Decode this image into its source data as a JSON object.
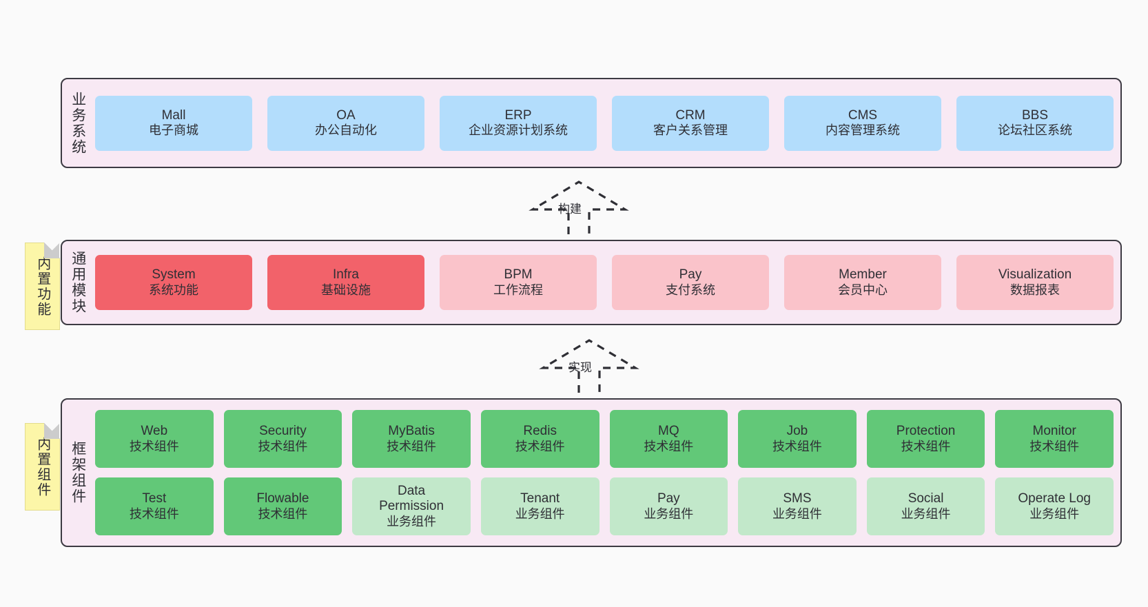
{
  "diagram": {
    "background_color": "#fafafa",
    "layer_background": "#f8e9f4",
    "layer_border_color": "#3c3a42"
  },
  "layers": [
    {
      "id": "business-system",
      "caption": "业务系统",
      "color": "#b3ddfc",
      "rows": [
        {
          "nodes": [
            {
              "title": "Mall",
              "sub": "电子商城",
              "color": "#b3ddfc"
            },
            {
              "title": "OA",
              "sub": "办公自动化",
              "color": "#b3ddfc"
            },
            {
              "title": "ERP",
              "sub": "企业资源计划系统",
              "color": "#b3ddfc"
            },
            {
              "title": "CRM",
              "sub": "客户关系管理",
              "color": "#b3ddfc"
            },
            {
              "title": "CMS",
              "sub": "内容管理系统",
              "color": "#b3ddfc"
            },
            {
              "title": "BBS",
              "sub": "论坛社区系统",
              "color": "#b3ddfc"
            }
          ]
        }
      ]
    },
    {
      "id": "common-module",
      "caption": "通用模块",
      "note": "内置功能",
      "rows": [
        {
          "nodes": [
            {
              "title": "System",
              "sub": "系统功能",
              "color": "#f2626a"
            },
            {
              "title": "Infra",
              "sub": "基础设施",
              "color": "#f2626a"
            },
            {
              "title": "BPM",
              "sub": "工作流程",
              "color": "#fac3ca"
            },
            {
              "title": "Pay",
              "sub": "支付系统",
              "color": "#fac3ca"
            },
            {
              "title": "Member",
              "sub": "会员中心",
              "color": "#fac3ca"
            },
            {
              "title": "Visualization",
              "sub": "数据报表",
              "color": "#fac3ca"
            }
          ]
        }
      ]
    },
    {
      "id": "framework-component",
      "caption": "框架组件",
      "note": "内置组件",
      "rows": [
        {
          "nodes": [
            {
              "title": "Web",
              "sub": "技术组件",
              "color": "#62c878"
            },
            {
              "title": "Security",
              "sub": "技术组件",
              "color": "#62c878"
            },
            {
              "title": "MyBatis",
              "sub": "技术组件",
              "color": "#62c878"
            },
            {
              "title": "Redis",
              "sub": "技术组件",
              "color": "#62c878"
            },
            {
              "title": "MQ",
              "sub": "技术组件",
              "color": "#62c878"
            },
            {
              "title": "Job",
              "sub": "技术组件",
              "color": "#62c878"
            },
            {
              "title": "Protection",
              "sub": "技术组件",
              "color": "#62c878"
            },
            {
              "title": "Monitor",
              "sub": "技术组件",
              "color": "#62c878"
            }
          ]
        },
        {
          "nodes": [
            {
              "title": "Test",
              "sub": "技术组件",
              "color": "#62c878"
            },
            {
              "title": "Flowable",
              "sub": "技术组件",
              "color": "#62c878"
            },
            {
              "title": "Data\nPermission",
              "sub": "业务组件",
              "color": "#c2e8ca"
            },
            {
              "title": "Tenant",
              "sub": "业务组件",
              "color": "#c2e8ca"
            },
            {
              "title": "Pay",
              "sub": "业务组件",
              "color": "#c2e8ca"
            },
            {
              "title": "SMS",
              "sub": "业务组件",
              "color": "#c2e8ca"
            },
            {
              "title": "Social",
              "sub": "业务组件",
              "color": "#c2e8ca"
            },
            {
              "title": "Operate Log",
              "sub": "业务组件",
              "color": "#c2e8ca"
            }
          ]
        }
      ]
    }
  ],
  "connectors": [
    {
      "id": "build",
      "label": "构建",
      "style": "dashed-generalization",
      "direction": "up"
    },
    {
      "id": "implement",
      "label": "实现",
      "style": "dashed-generalization",
      "direction": "up"
    }
  ]
}
